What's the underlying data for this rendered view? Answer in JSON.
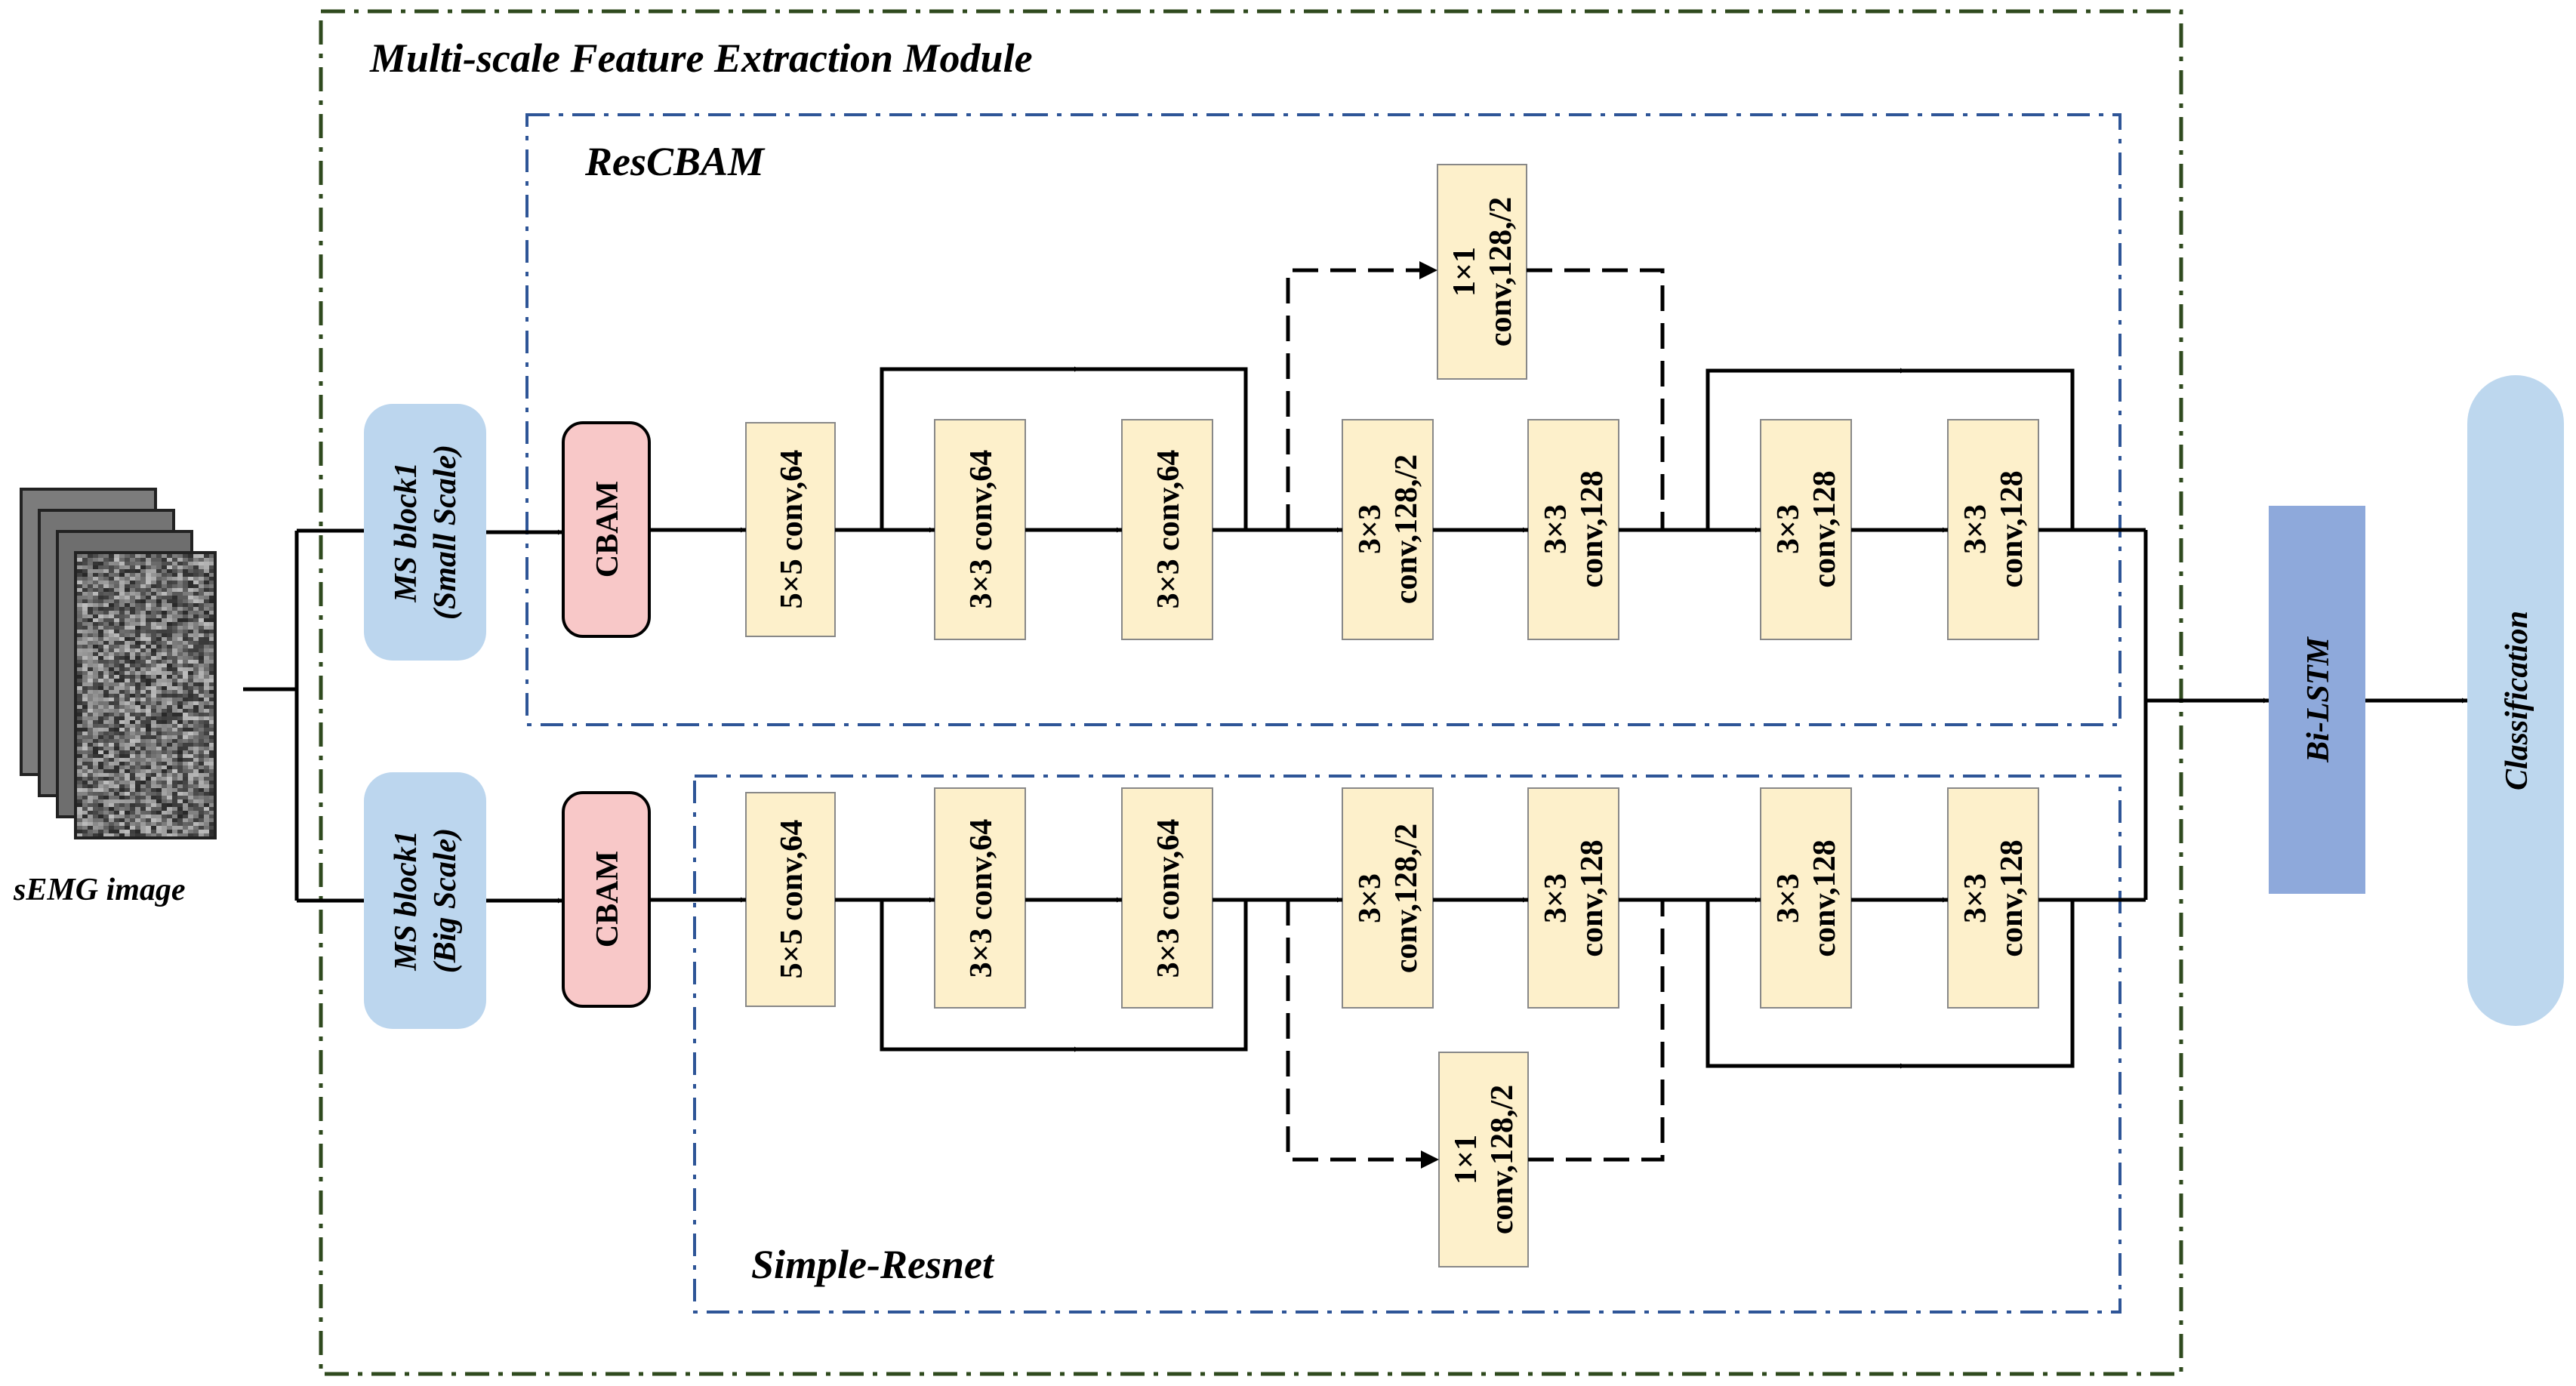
{
  "module_title": "Multi-scale Feature Extraction Module",
  "rescbam_label": "ResCBAM",
  "simple_resnet_label": "Simple-Resnet",
  "input_label": "sEMG image",
  "ms_small": {
    "line1": "MS block1",
    "line2": "(Small Scale)"
  },
  "ms_big": {
    "line1": "MS block1",
    "line2": "(Big Scale)"
  },
  "cbam_label": "CBAM",
  "conv5_64": "5×5 conv,64",
  "conv3_64": "3×3 conv,64",
  "conv3_128_2": {
    "line1": "3×3",
    "line2": "conv,128,/2"
  },
  "conv3_128": {
    "line1": "3×3",
    "line2": "conv,128"
  },
  "conv1_128_2": {
    "line1": "1×1",
    "line2": "conv,128,/2"
  },
  "bilstm_label": "Bi-LSTM",
  "classification_label": "Classification",
  "colors": {
    "module_border": "#2f4a1e",
    "inner_border": "#2e5597",
    "ms_block_fill": "#bcd6ee",
    "cbam_fill": "#f8c8c8",
    "conv_fill": "#fdf0cb",
    "bilstm_fill": "#8ea9db",
    "classification_fill": "#bdd7ee"
  }
}
